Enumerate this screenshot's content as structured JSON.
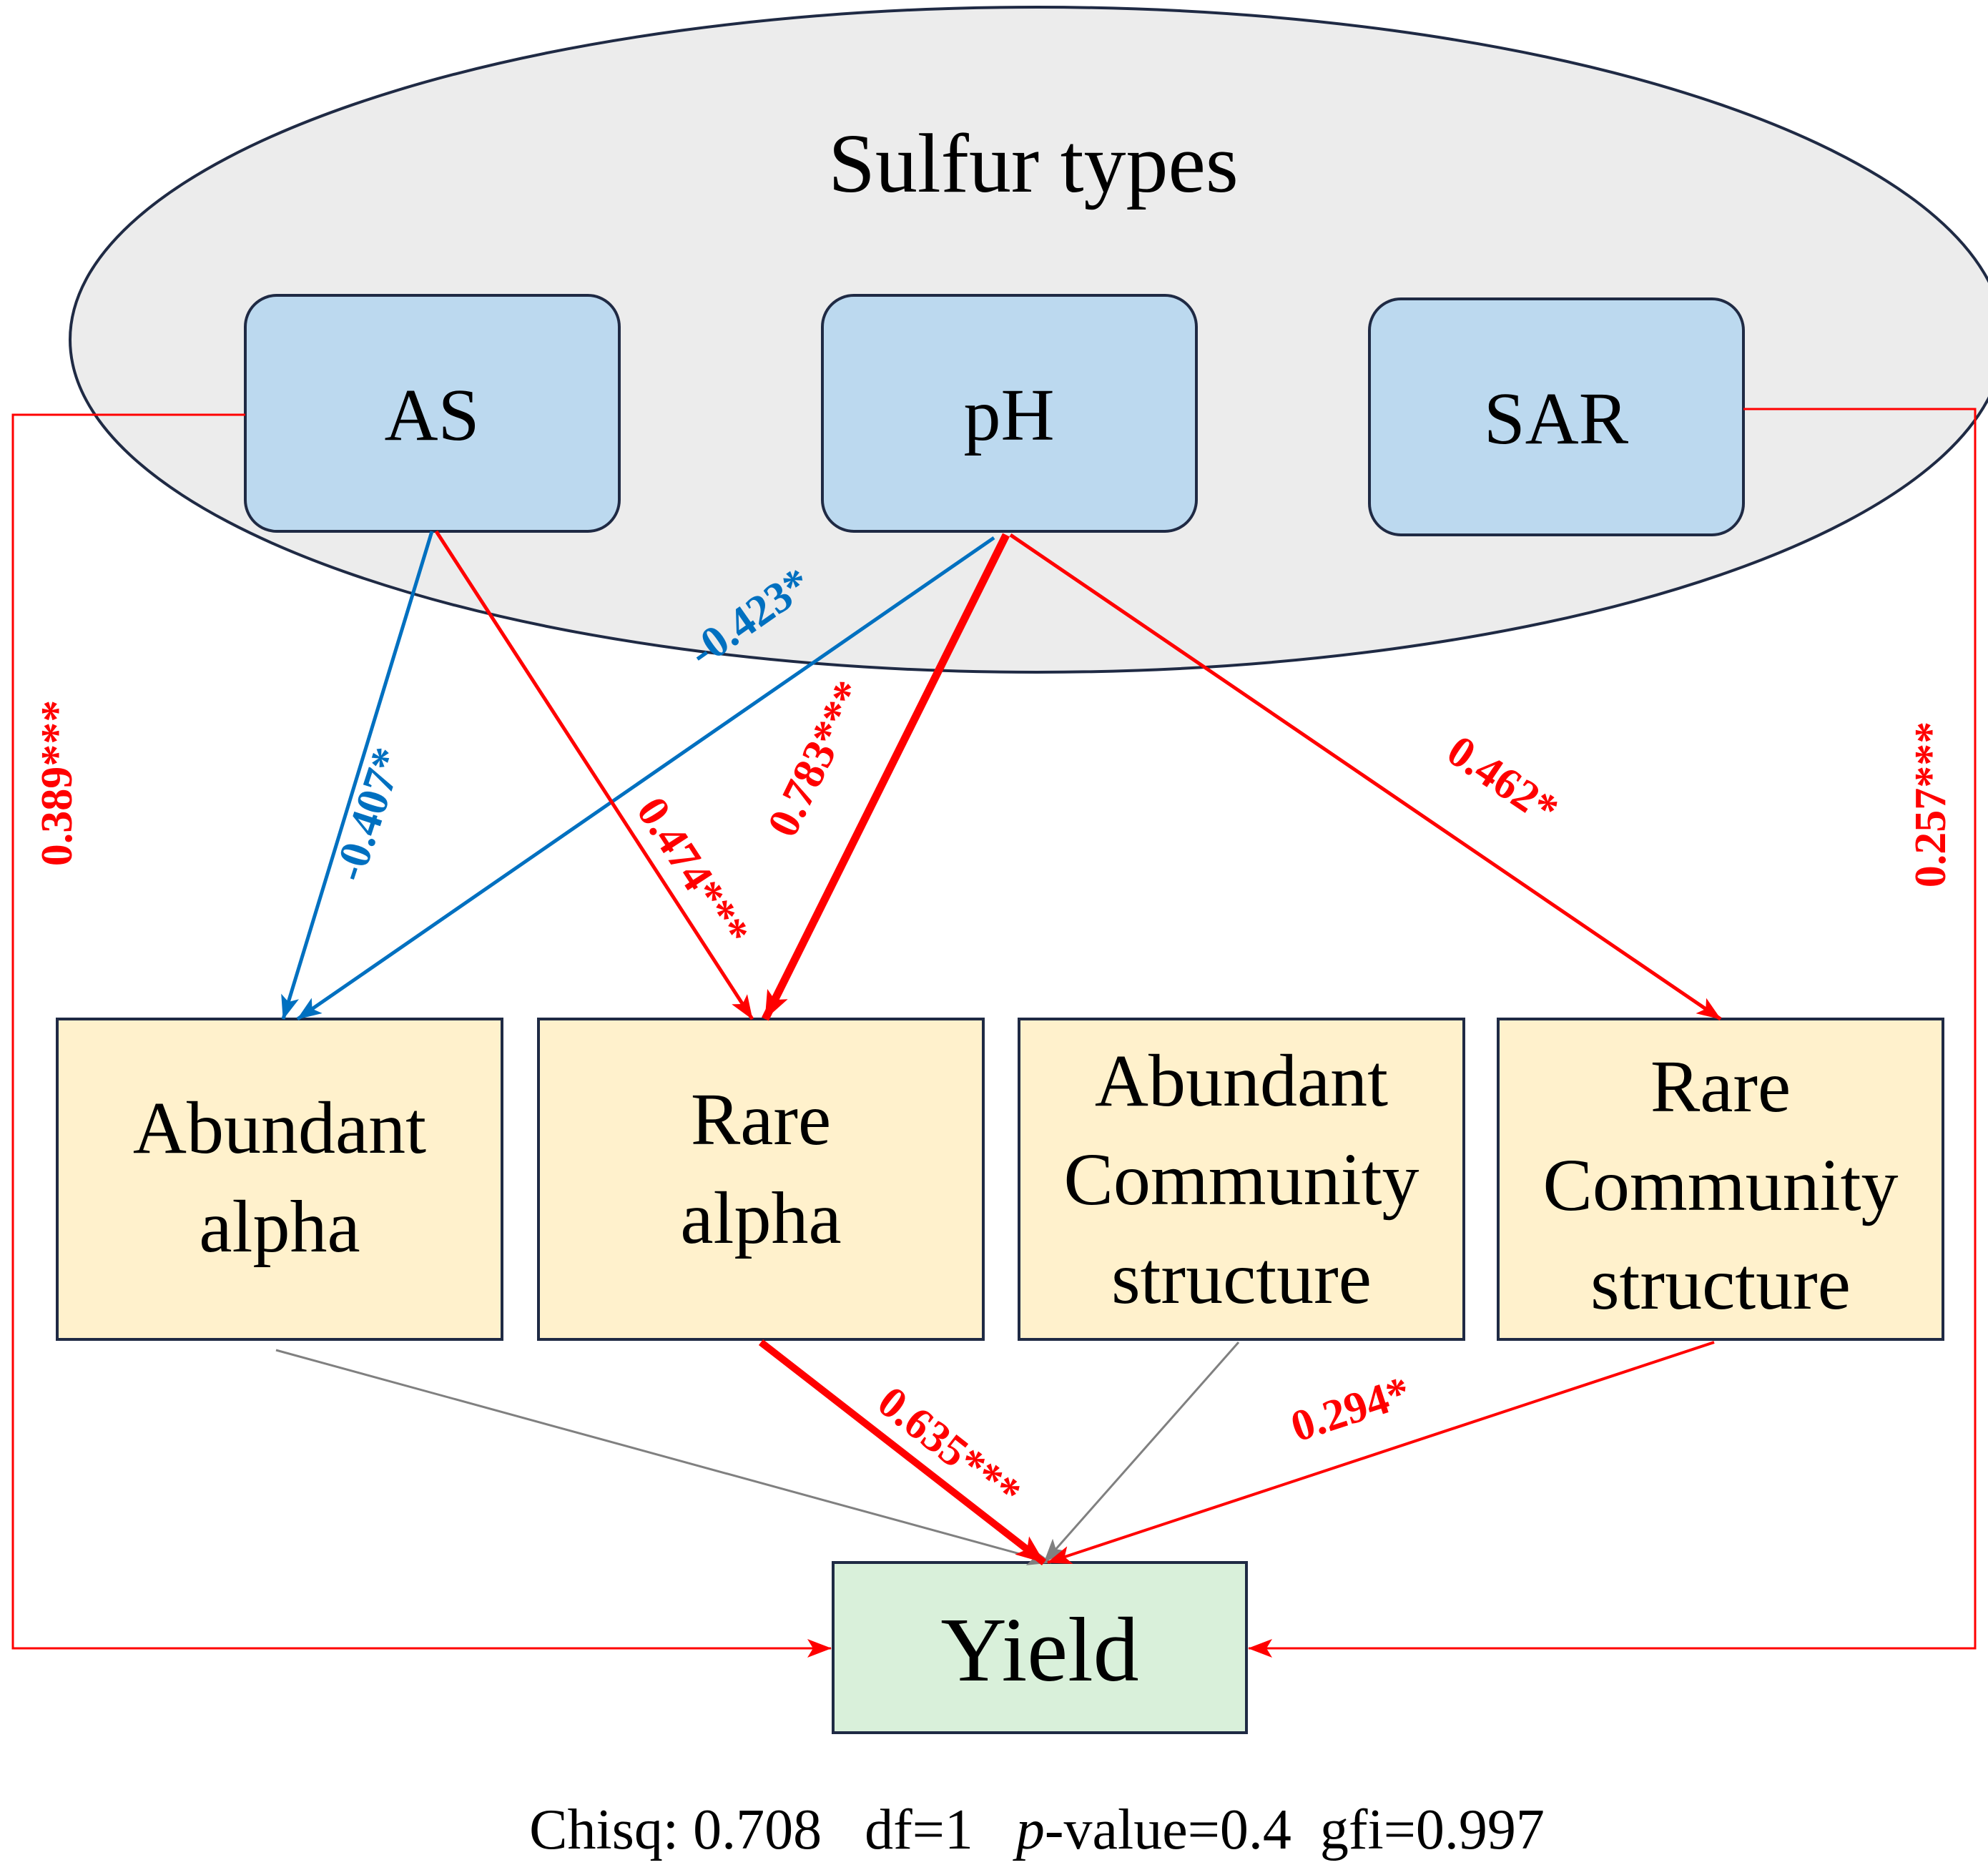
{
  "group": {
    "title": "Sulfur types"
  },
  "factors": [
    {
      "key": "as",
      "label": "AS"
    },
    {
      "key": "ph",
      "label": "pH"
    },
    {
      "key": "sar",
      "label": "SAR"
    }
  ],
  "mediators": [
    {
      "key": "abundant_alpha",
      "lines": [
        "Abundant",
        "alpha"
      ]
    },
    {
      "key": "rare_alpha",
      "lines": [
        "Rare",
        "alpha"
      ]
    },
    {
      "key": "abundant_structure",
      "lines": [
        "Abundant",
        "Community",
        "structure"
      ]
    },
    {
      "key": "rare_structure",
      "lines": [
        "Rare",
        "Community",
        "structure"
      ]
    }
  ],
  "outcome": {
    "label": "Yield"
  },
  "paths": [
    {
      "from": "AS",
      "to": "Abundant alpha",
      "coefficient": "-0.407*",
      "sign": "negative"
    },
    {
      "from": "AS",
      "to": "Rare alpha",
      "coefficient": "0.474***",
      "sign": "positive"
    },
    {
      "from": "pH",
      "to": "Abundant alpha",
      "coefficient": "-0.423*",
      "sign": "negative"
    },
    {
      "from": "pH",
      "to": "Rare alpha",
      "coefficient": "0.783***",
      "sign": "positive"
    },
    {
      "from": "pH",
      "to": "Rare Community structure",
      "coefficient": "0.462*",
      "sign": "positive"
    },
    {
      "from": "AS",
      "to": "Yield",
      "coefficient": "0.389***",
      "sign": "positive"
    },
    {
      "from": "SAR",
      "to": "Yield",
      "coefficient": "0.257***",
      "sign": "positive"
    },
    {
      "from": "Rare alpha",
      "to": "Yield",
      "coefficient": "0.635***",
      "sign": "positive"
    },
    {
      "from": "Rare Community structure",
      "to": "Yield",
      "coefficient": "0.294*",
      "sign": "positive"
    },
    {
      "from": "Abundant alpha",
      "to": "Yield",
      "coefficient": "",
      "sign": "non-significant"
    },
    {
      "from": "Abundant Community structure",
      "to": "Yield",
      "coefficient": "",
      "sign": "non-significant"
    }
  ],
  "fit": {
    "chisq_label": "Chisq: 0.708",
    "df_label": "df=1",
    "p_italic": "p",
    "p_rest": "-value=0.4",
    "gfi_label": "gfi=0.997"
  },
  "colors": {
    "positive": "#ff0000",
    "negative": "#0070c0",
    "non_significant": "#808080",
    "ellipse_fill": "#ececec",
    "factor_fill": "#bcd9ef",
    "mediator_fill": "#fff1cc",
    "outcome_fill": "#d9f0da"
  }
}
